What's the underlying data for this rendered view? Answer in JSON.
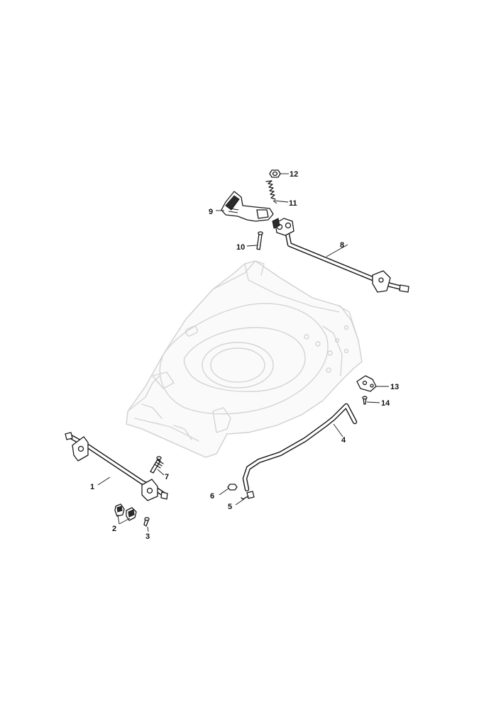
{
  "diagram": {
    "callouts": [
      {
        "label": "1"
      },
      {
        "label": "2"
      },
      {
        "label": "3"
      },
      {
        "label": "4"
      },
      {
        "label": "5"
      },
      {
        "label": "6"
      },
      {
        "label": "7"
      },
      {
        "label": "8"
      },
      {
        "label": "9"
      },
      {
        "label": "10"
      },
      {
        "label": "11"
      },
      {
        "label": "12"
      },
      {
        "label": "13"
      },
      {
        "label": "14"
      }
    ]
  }
}
